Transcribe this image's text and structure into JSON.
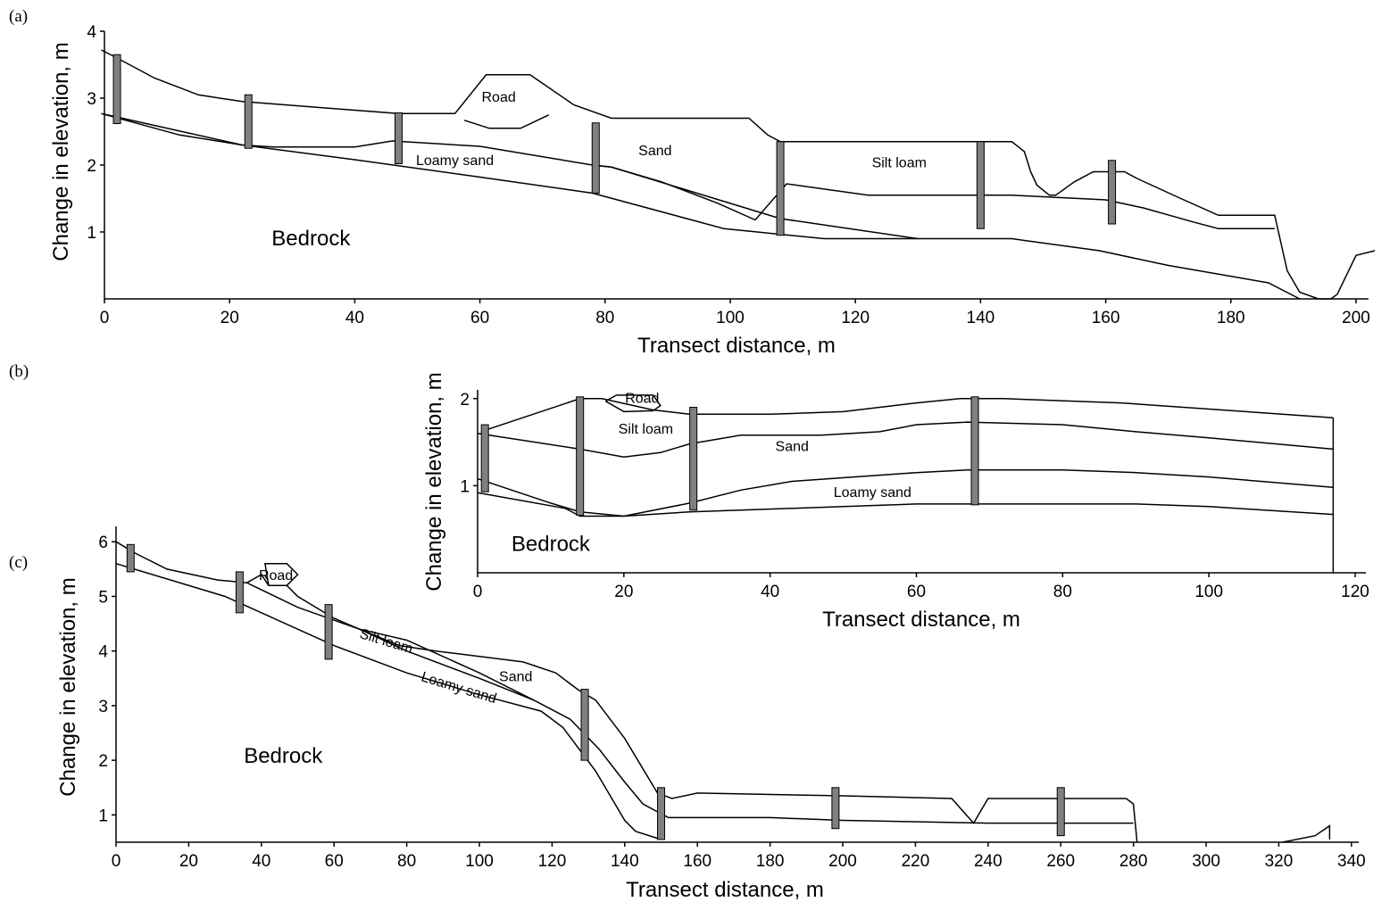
{
  "chart_data": [
    {
      "id": "a",
      "type": "line",
      "panel_label": "(a)",
      "xlabel": "Transect distance, m",
      "ylabel": "Change in elevation, m",
      "xlim": [
        0,
        202
      ],
      "ylim": [
        0,
        4
      ],
      "xticks": [
        0,
        20,
        40,
        60,
        80,
        100,
        120,
        140,
        160,
        180,
        200
      ],
      "yticks": [
        1,
        2,
        3,
        4
      ],
      "grid": false,
      "series": [
        {
          "x": [
            -0.5,
            2,
            8,
            15,
            22,
            47,
            56,
            61,
            68,
            75,
            81,
            90,
            103,
            106,
            108,
            145,
            147,
            148,
            149,
            151,
            152,
            155,
            158,
            163,
            165,
            172,
            178,
            187,
            189,
            191,
            194,
            196,
            197,
            200,
            203
          ],
          "y": [
            3.72,
            3.6,
            3.3,
            3.05,
            2.95,
            2.77,
            2.77,
            3.35,
            3.35,
            2.9,
            2.7,
            2.7,
            2.7,
            2.45,
            2.35,
            2.35,
            2.2,
            1.9,
            1.7,
            1.55,
            1.55,
            1.75,
            1.9,
            1.9,
            1.8,
            1.5,
            1.25,
            1.25,
            0.42,
            0.1,
            0.0,
            0.0,
            0.07,
            0.65,
            0.72
          ]
        },
        {
          "x": [
            -0.5,
            22,
            27,
            40,
            46,
            60,
            78,
            81,
            89,
            98,
            104,
            109,
            122,
            145,
            160,
            166,
            174,
            178,
            187
          ],
          "y": [
            2.77,
            2.3,
            2.27,
            2.27,
            2.36,
            2.28,
            2.0,
            1.97,
            1.75,
            1.43,
            1.18,
            1.72,
            1.55,
            1.55,
            1.48,
            1.36,
            1.15,
            1.05,
            1.05
          ]
        },
        {
          "x": [
            -0.5,
            12,
            22,
            40,
            60,
            78,
            99,
            115,
            130,
            145,
            159,
            170,
            186,
            191
          ],
          "y": [
            2.77,
            2.45,
            2.3,
            2.08,
            1.82,
            1.58,
            1.05,
            0.9,
            0.9,
            0.9,
            0.72,
            0.5,
            0.24,
            0.0
          ]
        },
        {
          "x": [
            57.5,
            61.5,
            66.5,
            71
          ],
          "y": [
            2.67,
            2.55,
            2.55,
            2.75
          ]
        },
        {
          "x": [
            78,
            81,
            108,
            130
          ],
          "y": [
            2.0,
            1.97,
            1.2,
            0.9
          ]
        }
      ],
      "wells": [
        {
          "x": 2,
          "top": 3.65,
          "bottom": 2.62
        },
        {
          "x": 23,
          "top": 3.05,
          "bottom": 2.25
        },
        {
          "x": 47,
          "top": 2.78,
          "bottom": 2.02
        },
        {
          "x": 78.5,
          "top": 2.63,
          "bottom": 1.58
        },
        {
          "x": 108,
          "top": 2.35,
          "bottom": 0.95
        },
        {
          "x": 140,
          "top": 2.35,
          "bottom": 1.05
        },
        {
          "x": 161,
          "top": 2.07,
          "bottom": 1.12
        }
      ],
      "labels": [
        {
          "text": "Road",
          "x": 63,
          "y": 2.95,
          "size": 16
        },
        {
          "text": "Sand",
          "x": 88,
          "y": 2.15,
          "size": 16
        },
        {
          "text": "Silt loam",
          "x": 127,
          "y": 1.97,
          "size": 16
        },
        {
          "text": "Loamy sand",
          "x": 56,
          "y": 2.0,
          "size": 16
        },
        {
          "text": "Bedrock",
          "x": 33,
          "y": 0.8,
          "size": 24
        }
      ]
    },
    {
      "id": "b",
      "type": "line",
      "panel_label": "(b)",
      "xlabel": "Transect distance, m",
      "ylabel": "Change in elevation, m",
      "xlim": [
        0,
        120
      ],
      "ylim": [
        0,
        2.1
      ],
      "xticks": [
        0,
        20,
        40,
        60,
        80,
        100,
        120
      ],
      "yticks": [
        1,
        2
      ],
      "grid": false,
      "series": [
        {
          "x": [
            1.5,
            14,
            17,
            24,
            29,
            40,
            50,
            60,
            66,
            72,
            88,
            100,
            117
          ],
          "y": [
            1.65,
            2.0,
            2.0,
            1.87,
            1.82,
            1.82,
            1.85,
            1.95,
            2.0,
            2.0,
            1.95,
            1.88,
            1.78
          ]
        },
        {
          "x": [
            17.5,
            19,
            24,
            25,
            24,
            20,
            17.5
          ],
          "y": [
            1.97,
            2.04,
            2.04,
            1.92,
            1.86,
            1.85,
            1.97
          ]
        },
        {
          "x": [
            0,
            14,
            20,
            25,
            29,
            36,
            47,
            55,
            60,
            67,
            80,
            90,
            100,
            117
          ],
          "y": [
            1.6,
            1.42,
            1.33,
            1.38,
            1.48,
            1.58,
            1.58,
            1.62,
            1.7,
            1.73,
            1.7,
            1.62,
            1.55,
            1.42
          ]
        },
        {
          "x": [
            0,
            10,
            14,
            20,
            29,
            36,
            43,
            60,
            67,
            80,
            90,
            100,
            117
          ],
          "y": [
            1.08,
            0.8,
            0.7,
            0.65,
            0.8,
            0.95,
            1.05,
            1.15,
            1.18,
            1.18,
            1.15,
            1.1,
            0.98
          ]
        },
        {
          "x": [
            0,
            12,
            14,
            20,
            29,
            50,
            60,
            67,
            80,
            90,
            100,
            117
          ],
          "y": [
            0.92,
            0.74,
            0.65,
            0.65,
            0.7,
            0.76,
            0.79,
            0.79,
            0.79,
            0.79,
            0.76,
            0.67
          ]
        },
        {
          "x": [
            117,
            117
          ],
          "y": [
            1.78,
            0.0
          ]
        }
      ],
      "wells": [
        {
          "x": 1,
          "top": 1.7,
          "bottom": 0.93
        },
        {
          "x": 14,
          "top": 2.02,
          "bottom": 0.66
        },
        {
          "x": 29.5,
          "top": 1.9,
          "bottom": 0.72
        },
        {
          "x": 68,
          "top": 2.02,
          "bottom": 0.78
        }
      ],
      "labels": [
        {
          "text": "Road",
          "x": 22.5,
          "y": 1.95,
          "size": 16
        },
        {
          "text": "Silt loam",
          "x": 23,
          "y": 1.6,
          "size": 16
        },
        {
          "text": "Sand",
          "x": 43,
          "y": 1.4,
          "size": 16
        },
        {
          "text": "Loamy sand",
          "x": 54,
          "y": 0.87,
          "size": 16
        },
        {
          "text": "Bedrock",
          "x": 10,
          "y": 0.25,
          "size": 24
        }
      ]
    },
    {
      "id": "c",
      "type": "line",
      "panel_label": "(c)",
      "xlabel": "Transect distance, m",
      "ylabel": "Change in elevation, m",
      "xlim": [
        0,
        342
      ],
      "ylim": [
        0.5,
        6.2
      ],
      "xticks": [
        0,
        20,
        40,
        60,
        80,
        100,
        120,
        140,
        160,
        180,
        200,
        220,
        240,
        260,
        280,
        300,
        320,
        340
      ],
      "yticks": [
        1,
        2,
        3,
        4,
        5,
        6
      ],
      "grid": false,
      "series": [
        {
          "x": [
            0,
            5,
            14,
            28,
            36,
            40,
            42,
            47,
            50,
            60,
            67,
            78,
            88,
            100,
            112,
            121,
            127,
            132,
            140,
            149,
            153,
            160,
            200,
            230,
            234,
            236,
            240,
            278,
            280,
            281
          ],
          "y": [
            6.0,
            5.8,
            5.5,
            5.3,
            5.25,
            5.4,
            5.2,
            5.2,
            5.0,
            4.6,
            4.4,
            4.1,
            4.0,
            3.9,
            3.8,
            3.6,
            3.3,
            3.1,
            2.4,
            1.4,
            1.3,
            1.4,
            1.35,
            1.3,
            1.0,
            0.85,
            1.3,
            1.3,
            1.2,
            0.5
          ]
        },
        {
          "x": [
            42,
            47,
            50,
            47,
            41,
            42
          ],
          "y": [
            5.2,
            5.2,
            5.4,
            5.6,
            5.6,
            5.2
          ]
        },
        {
          "x": [
            36,
            50,
            67,
            80,
            100,
            115,
            125,
            133,
            140,
            145,
            152,
            180,
            200,
            240,
            280
          ],
          "y": [
            5.25,
            4.8,
            4.4,
            4.0,
            3.5,
            3.1,
            2.75,
            2.2,
            1.6,
            1.2,
            0.95,
            0.95,
            0.9,
            0.85,
            0.85
          ]
        },
        {
          "x": [
            67,
            80,
            100,
            115
          ],
          "y": [
            4.4,
            4.2,
            3.6,
            3.1
          ]
        },
        {
          "x": [
            0,
            30,
            60,
            80,
            100,
            117,
            123,
            132,
            140,
            143,
            150
          ],
          "y": [
            5.6,
            5.0,
            4.1,
            3.6,
            3.2,
            2.9,
            2.6,
            1.8,
            0.9,
            0.7,
            0.55
          ]
        },
        {
          "x": [
            321,
            330,
            334,
            334
          ],
          "y": [
            0.5,
            0.62,
            0.8,
            0.55
          ]
        }
      ],
      "wells": [
        {
          "x": 4,
          "top": 5.95,
          "bottom": 5.45
        },
        {
          "x": 34,
          "top": 5.45,
          "bottom": 4.7
        },
        {
          "x": 58.5,
          "top": 4.85,
          "bottom": 3.85
        },
        {
          "x": 129,
          "top": 3.3,
          "bottom": 2.0
        },
        {
          "x": 150,
          "top": 1.5,
          "bottom": 0.55
        },
        {
          "x": 198,
          "top": 1.5,
          "bottom": 0.75
        },
        {
          "x": 260,
          "top": 1.5,
          "bottom": 0.62
        }
      ],
      "labels": [
        {
          "text": "Road",
          "x": 44,
          "y": 5.3,
          "size": 16,
          "rotate": 0
        },
        {
          "text": "Silt loam",
          "x": 74,
          "y": 4.1,
          "size": 16,
          "rotate": 17
        },
        {
          "text": "Sand",
          "x": 110,
          "y": 3.45,
          "size": 16,
          "rotate": 0
        },
        {
          "text": "Loamy sand",
          "x": 94,
          "y": 3.25,
          "size": 16,
          "rotate": 17
        },
        {
          "text": "Bedrock",
          "x": 46,
          "y": 1.95,
          "size": 24,
          "rotate": 0
        }
      ]
    }
  ]
}
